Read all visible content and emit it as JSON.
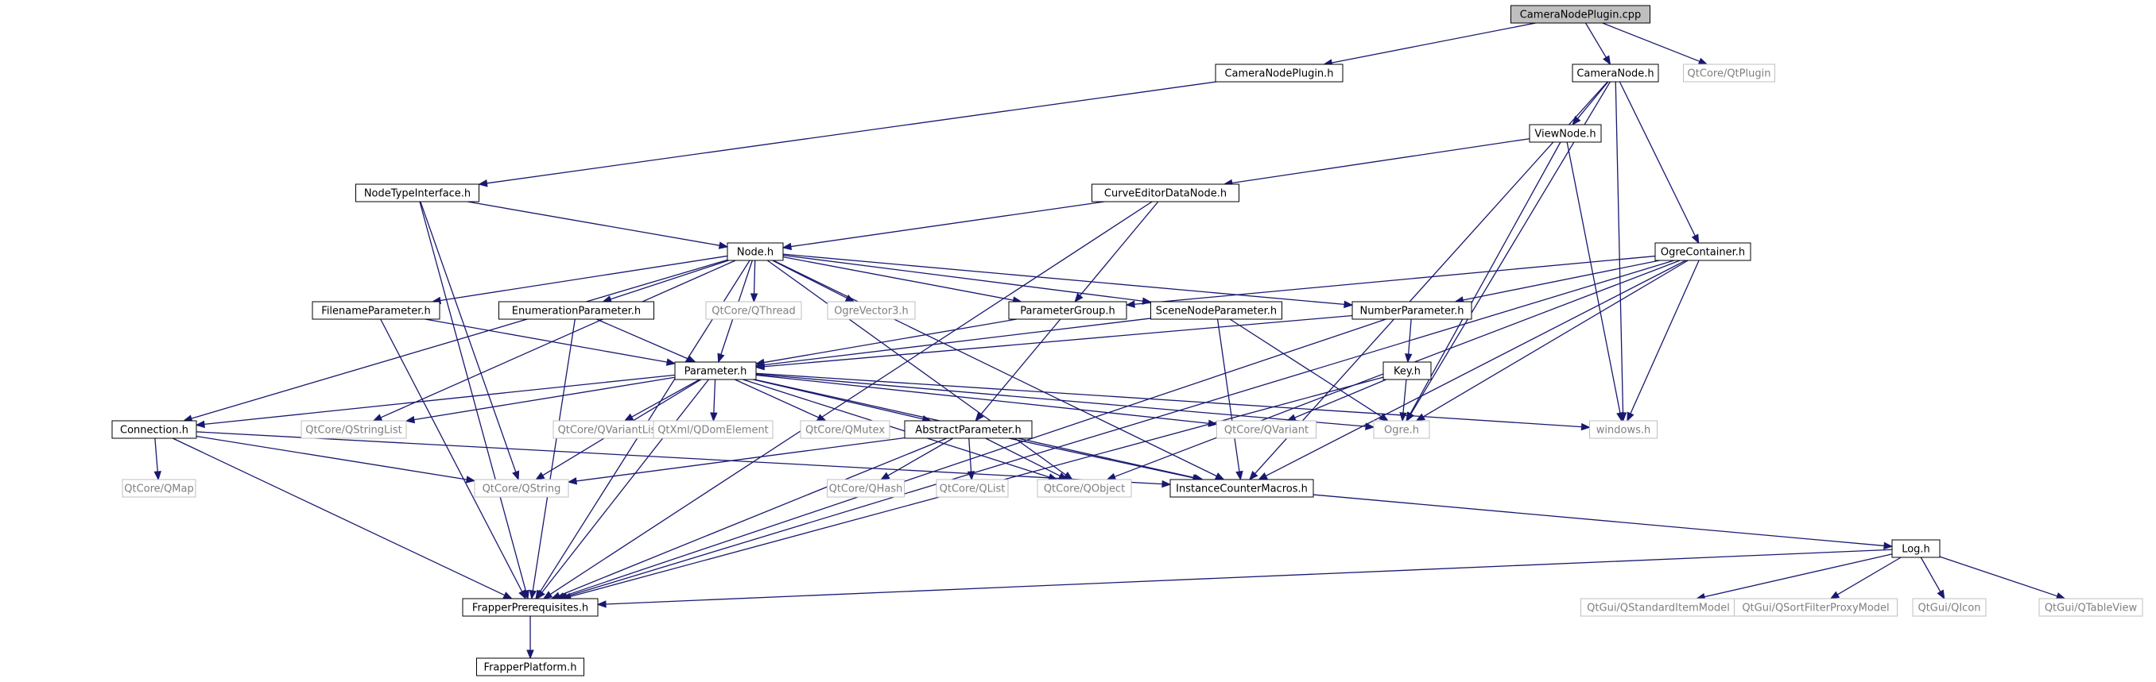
{
  "colors": {
    "edge": "#191970",
    "internal_border": "#000000",
    "external_border": "#bfbfbf",
    "external_text": "#7f7f7f",
    "root_fill": "#bfbfbf"
  },
  "nodes": [
    {
      "id": "cnp_cpp",
      "label": "CameraNodePlugin.cpp",
      "kind": "root"
    },
    {
      "id": "cnp_h",
      "label": "CameraNodePlugin.h",
      "kind": "internal"
    },
    {
      "id": "camnode",
      "label": "CameraNode.h",
      "kind": "internal"
    },
    {
      "id": "qtplugin",
      "label": "QtCore/QtPlugin",
      "kind": "external"
    },
    {
      "id": "viewnode",
      "label": "ViewNode.h",
      "kind": "internal"
    },
    {
      "id": "nti",
      "label": "NodeTypeInterface.h",
      "kind": "internal"
    },
    {
      "id": "cedn",
      "label": "CurveEditorDataNode.h",
      "kind": "internal"
    },
    {
      "id": "node",
      "label": "Node.h",
      "kind": "internal"
    },
    {
      "id": "ogrecont",
      "label": "OgreContainer.h",
      "kind": "internal"
    },
    {
      "id": "fileparam",
      "label": "FilenameParameter.h",
      "kind": "internal"
    },
    {
      "id": "enumparam",
      "label": "EnumerationParameter.h",
      "kind": "internal"
    },
    {
      "id": "qthread",
      "label": "QtCore/QThread",
      "kind": "external"
    },
    {
      "id": "ogrevec",
      "label": "OgreVector3.h",
      "kind": "external"
    },
    {
      "id": "paramgroup",
      "label": "ParameterGroup.h",
      "kind": "internal"
    },
    {
      "id": "sceneparam",
      "label": "SceneNodeParameter.h",
      "kind": "internal"
    },
    {
      "id": "numparam",
      "label": "NumberParameter.h",
      "kind": "internal"
    },
    {
      "id": "param",
      "label": "Parameter.h",
      "kind": "internal"
    },
    {
      "id": "key",
      "label": "Key.h",
      "kind": "internal"
    },
    {
      "id": "connection",
      "label": "Connection.h",
      "kind": "internal"
    },
    {
      "id": "qstringlist",
      "label": "QtCore/QStringList",
      "kind": "external"
    },
    {
      "id": "qvariantlist",
      "label": "QtCore/QVariantList",
      "kind": "external"
    },
    {
      "id": "qdom",
      "label": "QtXml/QDomElement",
      "kind": "external"
    },
    {
      "id": "qmutex",
      "label": "QtCore/QMutex",
      "kind": "external"
    },
    {
      "id": "absparam",
      "label": "AbstractParameter.h",
      "kind": "internal"
    },
    {
      "id": "qvariant",
      "label": "QtCore/QVariant",
      "kind": "external"
    },
    {
      "id": "ogre",
      "label": "Ogre.h",
      "kind": "external"
    },
    {
      "id": "windows",
      "label": "windows.h",
      "kind": "external"
    },
    {
      "id": "qmap",
      "label": "QtCore/QMap",
      "kind": "external"
    },
    {
      "id": "qstring",
      "label": "QtCore/QString",
      "kind": "external"
    },
    {
      "id": "qhash",
      "label": "QtCore/QHash",
      "kind": "external"
    },
    {
      "id": "qlist",
      "label": "QtCore/QList",
      "kind": "external"
    },
    {
      "id": "qobject",
      "label": "QtCore/QObject",
      "kind": "external"
    },
    {
      "id": "icm",
      "label": "InstanceCounterMacros.h",
      "kind": "internal"
    },
    {
      "id": "log",
      "label": "Log.h",
      "kind": "internal"
    },
    {
      "id": "frapreq",
      "label": "FrapperPrerequisites.h",
      "kind": "internal"
    },
    {
      "id": "qsim",
      "label": "QtGui/QStandardItemModel",
      "kind": "external"
    },
    {
      "id": "qsfpm",
      "label": "QtGui/QSortFilterProxyModel",
      "kind": "external"
    },
    {
      "id": "qicon",
      "label": "QtGui/QIcon",
      "kind": "external"
    },
    {
      "id": "qtable",
      "label": "QtGui/QTableView",
      "kind": "external"
    },
    {
      "id": "frapplat",
      "label": "FrapperPlatform.h",
      "kind": "internal"
    }
  ],
  "edges": [
    [
      "cnp_cpp",
      "cnp_h"
    ],
    [
      "cnp_cpp",
      "camnode"
    ],
    [
      "cnp_cpp",
      "qtplugin"
    ],
    [
      "cnp_h",
      "nti"
    ],
    [
      "camnode",
      "viewnode"
    ],
    [
      "camnode",
      "ogrecont"
    ],
    [
      "camnode",
      "ogre"
    ],
    [
      "camnode",
      "windows"
    ],
    [
      "camnode",
      "icm"
    ],
    [
      "viewnode",
      "cedn"
    ],
    [
      "viewnode",
      "ogre"
    ],
    [
      "viewnode",
      "windows"
    ],
    [
      "nti",
      "node"
    ],
    [
      "nti",
      "frapreq"
    ],
    [
      "nti",
      "qstring"
    ],
    [
      "cedn",
      "node"
    ],
    [
      "cedn",
      "paramgroup"
    ],
    [
      "cedn",
      "frapreq"
    ],
    [
      "node",
      "fileparam"
    ],
    [
      "node",
      "enumparam"
    ],
    [
      "node",
      "qthread"
    ],
    [
      "node",
      "ogrevec"
    ],
    [
      "node",
      "paramgroup"
    ],
    [
      "node",
      "sceneparam"
    ],
    [
      "node",
      "numparam"
    ],
    [
      "node",
      "param"
    ],
    [
      "node",
      "connection"
    ],
    [
      "node",
      "qstringlist"
    ],
    [
      "node",
      "qobject"
    ],
    [
      "node",
      "icm"
    ],
    [
      "node",
      "frapreq"
    ],
    [
      "ogrecont",
      "paramgroup"
    ],
    [
      "ogrecont",
      "numparam"
    ],
    [
      "ogrecont",
      "ogre"
    ],
    [
      "ogrecont",
      "windows"
    ],
    [
      "ogrecont",
      "qobject"
    ],
    [
      "ogrecont",
      "icm"
    ],
    [
      "ogrecont",
      "frapreq"
    ],
    [
      "fileparam",
      "param"
    ],
    [
      "fileparam",
      "frapreq"
    ],
    [
      "enumparam",
      "param"
    ],
    [
      "enumparam",
      "frapreq"
    ],
    [
      "paramgroup",
      "param"
    ],
    [
      "paramgroup",
      "absparam"
    ],
    [
      "sceneparam",
      "param"
    ],
    [
      "sceneparam",
      "ogre"
    ],
    [
      "sceneparam",
      "icm"
    ],
    [
      "numparam",
      "param"
    ],
    [
      "numparam",
      "key"
    ],
    [
      "numparam",
      "frapreq"
    ],
    [
      "key",
      "qvariant"
    ],
    [
      "key",
      "ogre"
    ],
    [
      "key",
      "frapreq"
    ],
    [
      "param",
      "connection"
    ],
    [
      "param",
      "qstringlist"
    ],
    [
      "param",
      "qvariantlist"
    ],
    [
      "param",
      "qdom"
    ],
    [
      "param",
      "qmutex"
    ],
    [
      "param",
      "absparam"
    ],
    [
      "param",
      "qvariant"
    ],
    [
      "param",
      "ogre"
    ],
    [
      "param",
      "windows"
    ],
    [
      "param",
      "qstring"
    ],
    [
      "param",
      "qobject"
    ],
    [
      "param",
      "icm"
    ],
    [
      "param",
      "frapreq"
    ],
    [
      "connection",
      "qmap"
    ],
    [
      "connection",
      "qstring"
    ],
    [
      "connection",
      "icm"
    ],
    [
      "connection",
      "frapreq"
    ],
    [
      "absparam",
      "qstring"
    ],
    [
      "absparam",
      "qhash"
    ],
    [
      "absparam",
      "qlist"
    ],
    [
      "absparam",
      "qobject"
    ],
    [
      "absparam",
      "icm"
    ],
    [
      "absparam",
      "frapreq"
    ],
    [
      "icm",
      "log"
    ],
    [
      "log",
      "frapreq"
    ],
    [
      "log",
      "qsim"
    ],
    [
      "log",
      "qsfpm"
    ],
    [
      "log",
      "qicon"
    ],
    [
      "log",
      "qtable"
    ],
    [
      "frapreq",
      "frapplat"
    ]
  ]
}
